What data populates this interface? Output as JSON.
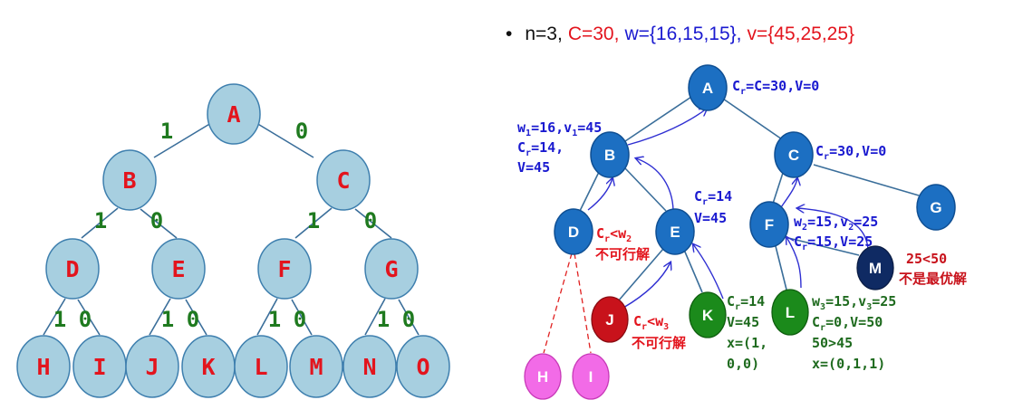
{
  "left_tree": {
    "nodes": [
      "A",
      "B",
      "C",
      "D",
      "E",
      "F",
      "G",
      "H",
      "I",
      "J",
      "K",
      "L",
      "M",
      "N",
      "O"
    ],
    "edge_bits": [
      "1",
      "0",
      "1",
      "0",
      "1",
      "0",
      "1",
      "0",
      "1",
      "0",
      "1",
      "0",
      "1",
      "0"
    ]
  },
  "right": {
    "header": {
      "bullet": "•",
      "n": "n=3,",
      "cap": "C=30,",
      "w": "w={16,15,15},",
      "v": "v={45,25,25}"
    },
    "nodes": [
      "A",
      "B",
      "C",
      "D",
      "E",
      "F",
      "G",
      "H",
      "I",
      "J",
      "K",
      "L",
      "M"
    ],
    "ann": {
      "a_cr": "C",
      "a_r": "r",
      "a_rest": "=C=30,V=0",
      "b_w": "w",
      "b_w_sub": "1",
      "b_w_val": "=16,v",
      "b_v_sub": "1",
      "b_v_val": "=45",
      "b_cr": "C",
      "b_cr_sub": "r",
      "b_cr_val": "=14,",
      "b_v": "V=45",
      "c_cr": "C",
      "c_cr_sub": "r",
      "c_rest": "=30,V=0",
      "e_cr": "C",
      "e_cr_sub": "r",
      "e_cr_val": "=14",
      "e_v": "V=45",
      "d_cr": "C",
      "d_cr_sub": "r",
      "d_lt": "<w",
      "d_w_sub": "2",
      "d_infeasible": "不可行解",
      "f_w": "w",
      "f_w_sub": "2",
      "f_w_val": "=15,v",
      "f_v_sub": "2",
      "f_v_val": "=25",
      "f_cr": "C",
      "f_cr_sub": "r",
      "f_cr_val": "=15,V=25",
      "m_cmp": "25<50",
      "m_not_opt": "不是最优解",
      "j_cr": "C",
      "j_cr_sub": "r",
      "j_lt": "<w",
      "j_w_sub": "3",
      "j_infeasible": "不可行解",
      "k_cr": "C",
      "k_cr_sub": "r",
      "k_cr_val": "=14",
      "k_v": "V=45",
      "k_x1": "x=(1,",
      "k_x2": "0,0)",
      "l_w": "w",
      "l_w_sub": "3",
      "l_w_val": "=15,v",
      "l_v_sub": "3",
      "l_v_val": "=25",
      "l_cr": "C",
      "l_cr_sub": "r",
      "l_cr_val": "=0,V=50",
      "l_cmp": "50>45",
      "l_x": "x=(0,1,1)"
    }
  }
}
